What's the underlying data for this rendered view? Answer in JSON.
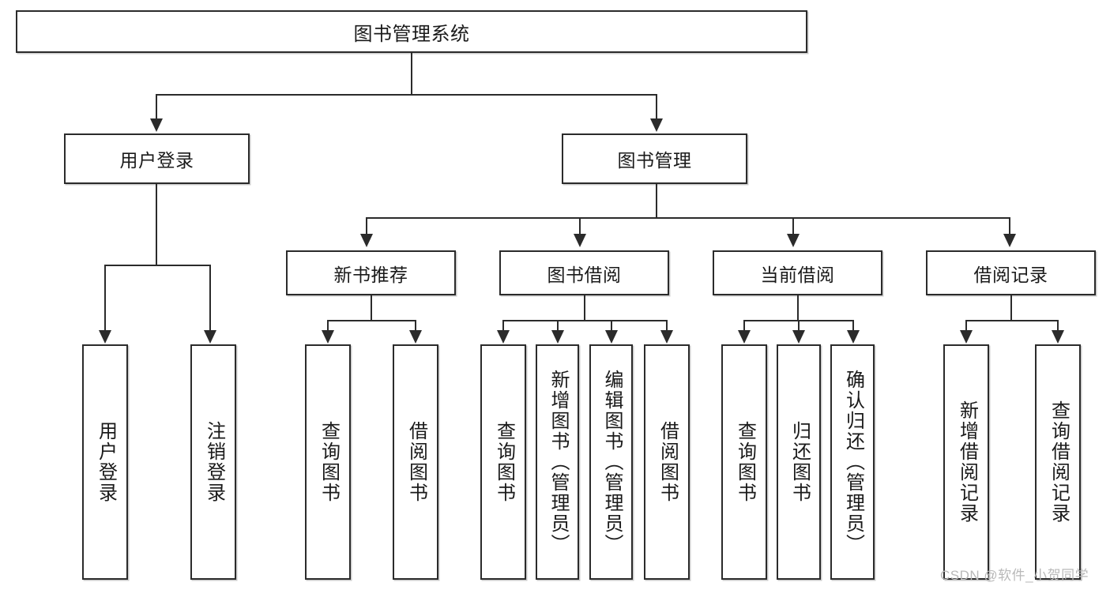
{
  "diagram": {
    "title": "图书管理系统",
    "watermark": "CSDN @软件_小贺同学",
    "colors": {
      "box_border": "#2b2b2b",
      "box_fill": "#ffffff",
      "line": "#2b2b2b",
      "text": "#1a1a1a",
      "watermark": "#b9b9b9",
      "background": "#ffffff"
    },
    "root": {
      "label": "图书管理系统"
    },
    "level2": [
      {
        "label": "用户登录"
      },
      {
        "label": "图书管理"
      }
    ],
    "level3": [
      {
        "label": "新书推荐"
      },
      {
        "label": "图书借阅"
      },
      {
        "label": "当前借阅"
      },
      {
        "label": "借阅记录"
      }
    ],
    "leaves": {
      "user_login": [
        {
          "label": "用户登录"
        },
        {
          "label": "注销登录"
        }
      ],
      "new_book": [
        {
          "label": "查询图书"
        },
        {
          "label": "借阅图书"
        }
      ],
      "book_borrow": [
        {
          "label": "查询图书"
        },
        {
          "label": "新增图书（管理员）"
        },
        {
          "label": "编辑图书（管理员）"
        },
        {
          "label": "借阅图书"
        }
      ],
      "current_borrow": [
        {
          "label": "查询图书"
        },
        {
          "label": "归还图书"
        },
        {
          "label": "确认归还（管理员）"
        }
      ],
      "borrow_record": [
        {
          "label": "新增借阅记录"
        },
        {
          "label": "查询借阅记录"
        }
      ]
    }
  }
}
